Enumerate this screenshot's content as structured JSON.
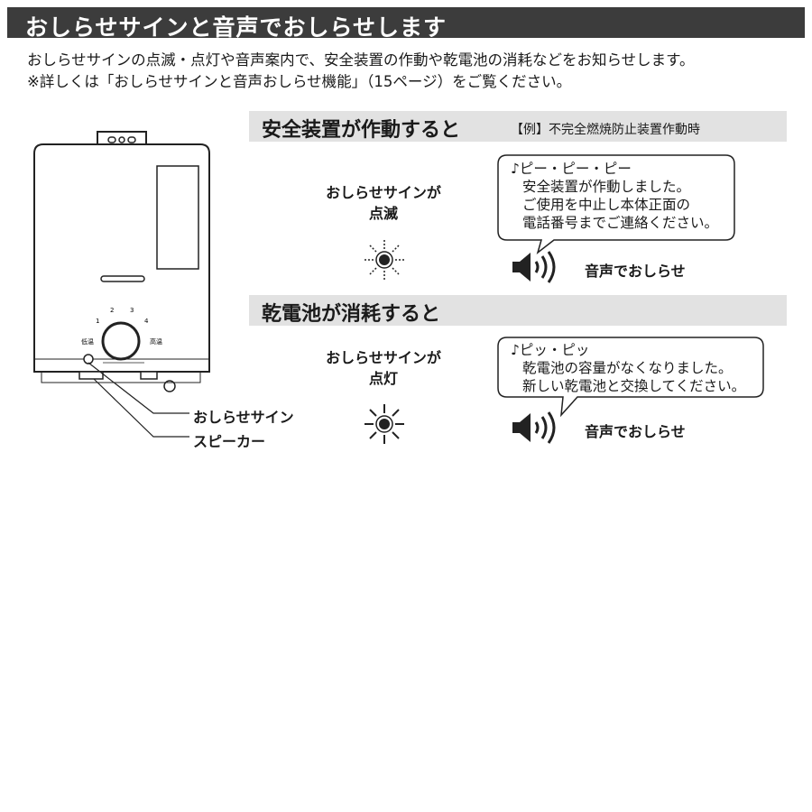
{
  "title": "おしらせサインと音声でおしらせします",
  "intro": {
    "line1": "おしらせサインの点滅・点灯や音声案内で、安全装置の作動や乾電池の消耗などをお知らせします。",
    "line2": "※詳しくは「おしらせサインと音声おしらせ機能」（15ページ）をご覧ください。"
  },
  "device": {
    "dial_numbers": [
      "1",
      "2",
      "3",
      "4"
    ],
    "dial_left_label": "低温",
    "dial_right_label": "高温",
    "callout_sign": "おしらせサイン",
    "callout_speaker": "スピーカー"
  },
  "section_safety": {
    "heading": "安全装置が作動すると",
    "example": "【例】不完全燃焼防止装置作動時",
    "sign_line1": "おしらせサインが",
    "sign_line2": "点滅",
    "bubble_lines": [
      "♪ピー・ピー・ピー",
      "安全装置が作動しました。",
      "ご使用を中止し本体正面の",
      "電話番号までご連絡ください。"
    ],
    "voice_label": "音声でおしらせ",
    "sign_icon": "blinking-light-icon",
    "speaker_icon": "speaker-icon"
  },
  "section_battery": {
    "heading": "乾電池が消耗すると",
    "sign_line1": "おしらせサインが",
    "sign_line2": "点灯",
    "bubble_lines": [
      "♪ピッ・ピッ",
      "乾電池の容量がなくなりました。",
      "新しい乾電池と交換してください。"
    ],
    "voice_label": "音声でおしらせ",
    "sign_icon": "steady-light-icon",
    "speaker_icon": "speaker-icon"
  }
}
